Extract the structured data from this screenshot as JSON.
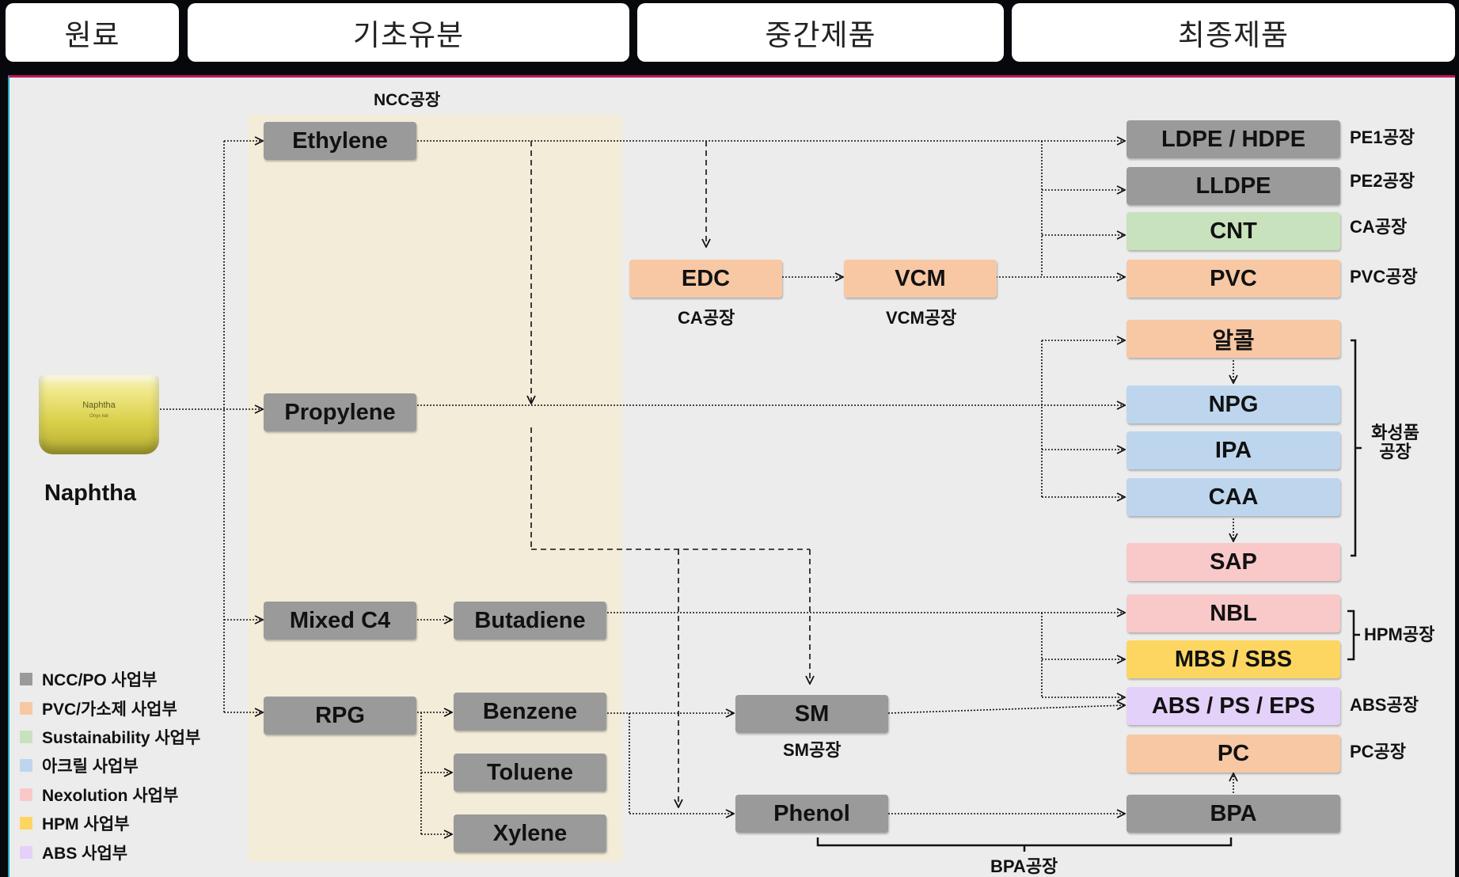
{
  "header": {
    "col1": "원료",
    "col2": "기초유분",
    "col3": "중간제품",
    "col4": "최종제품"
  },
  "colors": {
    "ncc_po": "#9a9a9a",
    "pvc": "#f8c8a4",
    "sustainability": "#c8e2bd",
    "acryl": "#bdd6ee",
    "nexolution": "#f9c9ca",
    "hpm": "#fdd662",
    "abs": "#e4d1fa"
  },
  "raw": {
    "name": "Naphtha",
    "image_label": "Naphtha",
    "image_sublabel": "Onyx ket"
  },
  "zone": {
    "ncc_label": "NCC공장"
  },
  "basic": {
    "ethylene": "Ethylene",
    "propylene": "Propylene",
    "mixed_c4": "Mixed C4",
    "butadiene": "Butadiene",
    "rpg": "RPG",
    "benzene": "Benzene",
    "toluene": "Toluene",
    "xylene": "Xylene"
  },
  "intermediate": {
    "edc": "EDC",
    "edc_plant": "CA공장",
    "vcm": "VCM",
    "vcm_plant": "VCM공장",
    "sm": "SM",
    "sm_plant": "SM공장",
    "phenol": "Phenol"
  },
  "final": {
    "ldpe": "LDPE / HDPE",
    "lldpe": "LLDPE",
    "cnt": "CNT",
    "pvc": "PVC",
    "alcohol": "알콜",
    "npg": "NPG",
    "ipa": "IPA",
    "caa": "CAA",
    "sap": "SAP",
    "nbl": "NBL",
    "mbs": "MBS / SBS",
    "abs": "ABS / PS / EPS",
    "pc": "PC",
    "bpa": "BPA"
  },
  "plants": {
    "pe1": "PE1공장",
    "pe2": "PE2공장",
    "ca": "CA공장",
    "pvc": "PVC공장",
    "chem_line1": "화성품",
    "chem_line2": "공장",
    "hpm": "HPM공장",
    "abs": "ABS공장",
    "pc": "PC공장",
    "bpa": "BPA공장"
  },
  "legend": [
    {
      "label": "NCC/PO 사업부",
      "color": "#9a9a9a"
    },
    {
      "label": "PVC/가소제 사업부",
      "color": "#f8c8a4"
    },
    {
      "label": "Sustainability 사업부",
      "color": "#c8e2bd"
    },
    {
      "label": "아크릴 사업부",
      "color": "#bdd6ee"
    },
    {
      "label": "Nexolution 사업부",
      "color": "#f9c9ca"
    },
    {
      "label": "HPM 사업부",
      "color": "#fdd662"
    },
    {
      "label": "ABS 사업부",
      "color": "#e4d1fa"
    }
  ]
}
